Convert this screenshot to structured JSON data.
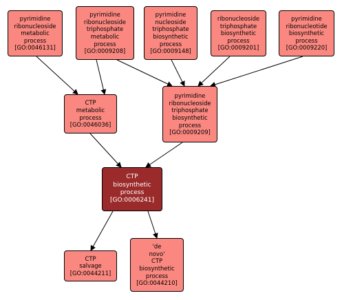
{
  "colors": {
    "node_fill": "#fa8880",
    "focus_fill": "#9b2b2b",
    "edge": "#000000",
    "border": "#000000"
  },
  "nodes": [
    {
      "id": "GO:0046131",
      "lines": [
        "pyrimidine",
        "ribonucleoside",
        "metabolic",
        "process",
        "[GO:0046131]"
      ]
    },
    {
      "id": "GO:0009208",
      "lines": [
        "pyrimidine",
        "ribonucleoside",
        "triphosphate",
        "metabolic",
        "process",
        "[GO:0009208]"
      ]
    },
    {
      "id": "GO:0009148",
      "lines": [
        "pyrimidine",
        "nucleoside",
        "triphosphate",
        "biosynthetic",
        "process",
        "[GO:0009148]"
      ]
    },
    {
      "id": "GO:0009201",
      "lines": [
        "ribonucleoside",
        "triphosphate",
        "biosynthetic",
        "process",
        "[GO:0009201]"
      ]
    },
    {
      "id": "GO:0009220",
      "lines": [
        "pyrimidine",
        "ribonucleotide",
        "biosynthetic",
        "process",
        "[GO:0009220]"
      ]
    },
    {
      "id": "GO:0046036",
      "lines": [
        "CTP",
        "metabolic",
        "process",
        "[GO:0046036]"
      ]
    },
    {
      "id": "GO:0009209",
      "lines": [
        "pyrimidine",
        "ribonucleoside",
        "triphosphate",
        "biosynthetic",
        "process",
        "[GO:0009209]"
      ]
    },
    {
      "id": "GO:0006241",
      "lines": [
        "CTP",
        "biosynthetic",
        "process",
        "[GO:0006241]"
      ],
      "focus": true
    },
    {
      "id": "GO:0044211",
      "lines": [
        "CTP",
        "salvage",
        "[GO:0044211]"
      ]
    },
    {
      "id": "GO:0044210",
      "lines": [
        "'de",
        "novo'",
        "CTP",
        "biosynthetic",
        "process",
        "[GO:0044210]"
      ]
    }
  ],
  "edges": [
    {
      "from": "GO:0046131",
      "to": "GO:0046036"
    },
    {
      "from": "GO:0009208",
      "to": "GO:0046036"
    },
    {
      "from": "GO:0009208",
      "to": "GO:0009209"
    },
    {
      "from": "GO:0009148",
      "to": "GO:0009209"
    },
    {
      "from": "GO:0009201",
      "to": "GO:0009209"
    },
    {
      "from": "GO:0009220",
      "to": "GO:0009209"
    },
    {
      "from": "GO:0046036",
      "to": "GO:0006241"
    },
    {
      "from": "GO:0009209",
      "to": "GO:0006241"
    },
    {
      "from": "GO:0006241",
      "to": "GO:0044211"
    },
    {
      "from": "GO:0006241",
      "to": "GO:0044210"
    }
  ]
}
